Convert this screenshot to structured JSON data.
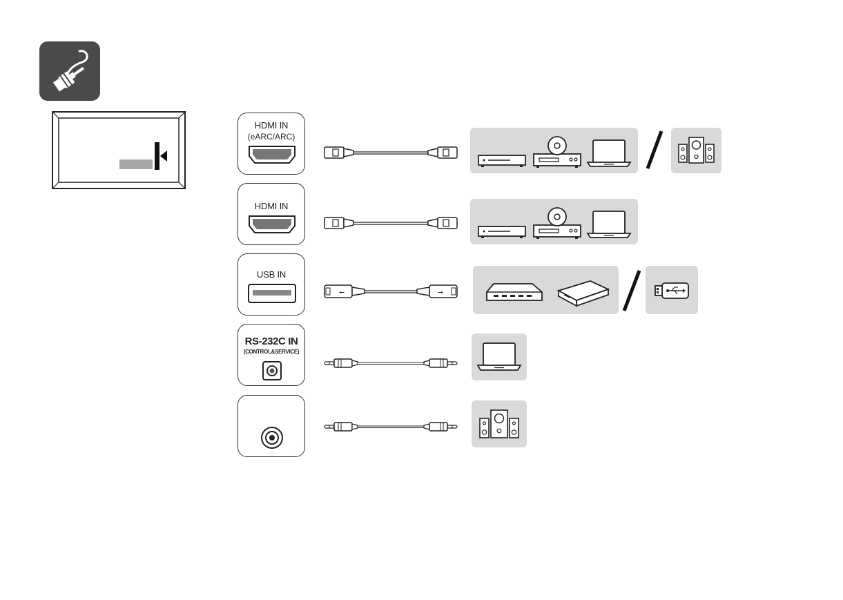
{
  "ports": [
    {
      "id": "hdmi-earc",
      "label": "HDMI IN",
      "sublabel": "(eARC/ARC)"
    },
    {
      "id": "hdmi",
      "label": "HDMI IN"
    },
    {
      "id": "usb",
      "label": "USB IN"
    },
    {
      "id": "rs232",
      "label": "RS-232C IN",
      "sublabel": "(CONTROL&SERVICE)"
    },
    {
      "id": "audio-out",
      "label": ""
    }
  ],
  "icons": {
    "header": "cable-connection-icon",
    "tv": "tv-back-panel-icon",
    "set_top_box": "set-top-box-icon",
    "disc_player": "disc-player-icon",
    "laptop": "laptop-icon",
    "speakers": "speaker-system-icon",
    "usb_hub": "usb-hub-icon",
    "hard_drive": "external-hard-drive-icon",
    "usb_stick": "usb-stick-icon"
  },
  "colors": {
    "header_bg": "#4a4a4a",
    "device_panel": "#d9d9d9",
    "stroke": "#222222"
  }
}
